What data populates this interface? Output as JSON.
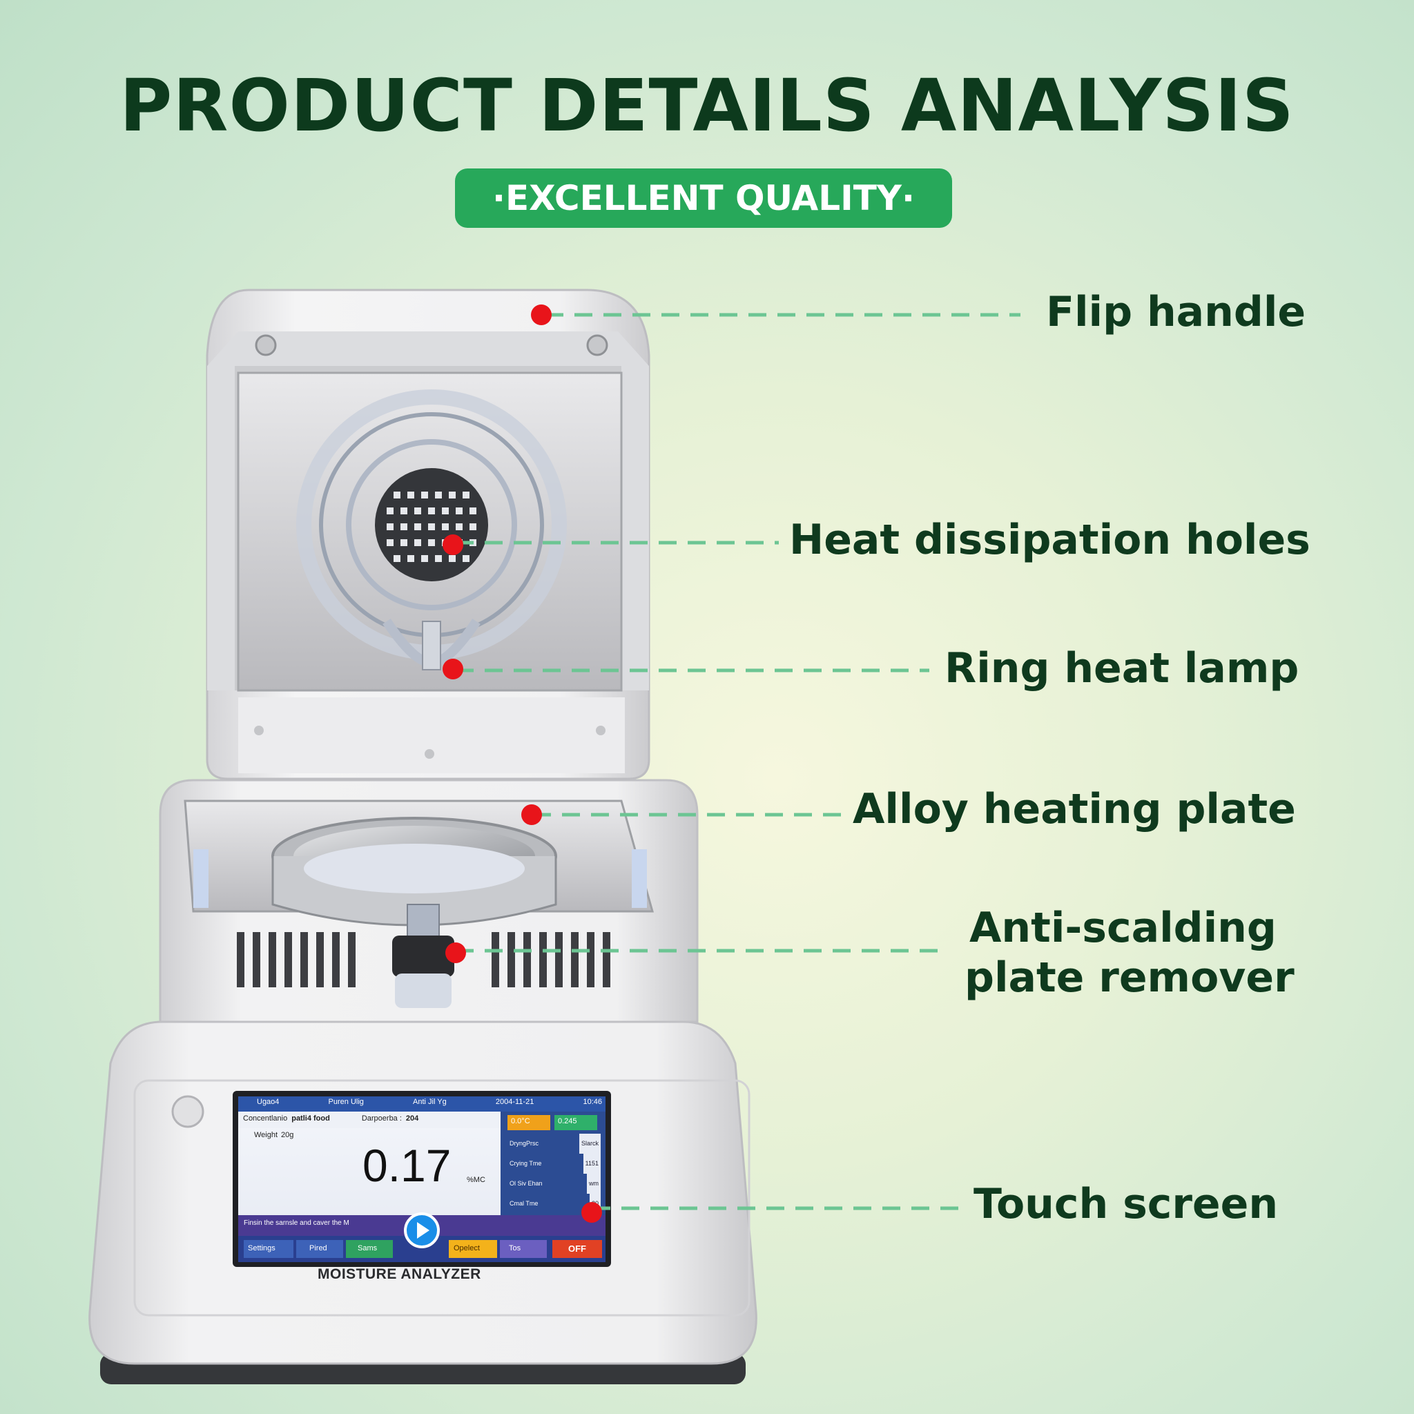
{
  "header": {
    "title": "PRODUCT DETAILS ANALYSIS",
    "badge": "·EXCELLENT QUALITY·"
  },
  "callouts": [
    {
      "label": "Flip handle"
    },
    {
      "label": "Heat dissipation holes"
    },
    {
      "label": "Ring heat lamp"
    },
    {
      "label": "Alloy heating plate"
    },
    {
      "label": "Anti-scalding"
    },
    {
      "label": "plate remover"
    },
    {
      "label": "Touch screen"
    }
  ],
  "device": {
    "model_label": "MOISTURE ANALYZER",
    "screen": {
      "top_bar": [
        "Ugao4",
        "Puren Ulig",
        "Anti Jil Yg",
        "2004-11-21",
        "10:46"
      ],
      "row1_label": "Concentlanio",
      "row1_value": "patli4 food",
      "row1_label2": "Darpoerba :",
      "row1_value2": "204",
      "weight_label": "Weight",
      "weight_value": "20g",
      "reading": "0.17",
      "reading_unit": "%MC",
      "side_items": [
        "DryngPrsc",
        "Crying Tme",
        "Ol Siv Ehan",
        "Cmal Tme"
      ],
      "side_values": [
        "Slarck",
        "1151",
        "wm",
        "20"
      ],
      "top_chips": [
        "0.0°C",
        "0.245"
      ],
      "message": "Finsin the sarnsle and caver the M",
      "buttons": [
        "Settings",
        "Pired",
        "Sams",
        "Opelect",
        "Tos",
        "OFF"
      ]
    }
  },
  "colors": {
    "title": "#0d3a1d",
    "badge": "#27a85a",
    "leader": "#6cc593",
    "dot": "#e8141a"
  }
}
